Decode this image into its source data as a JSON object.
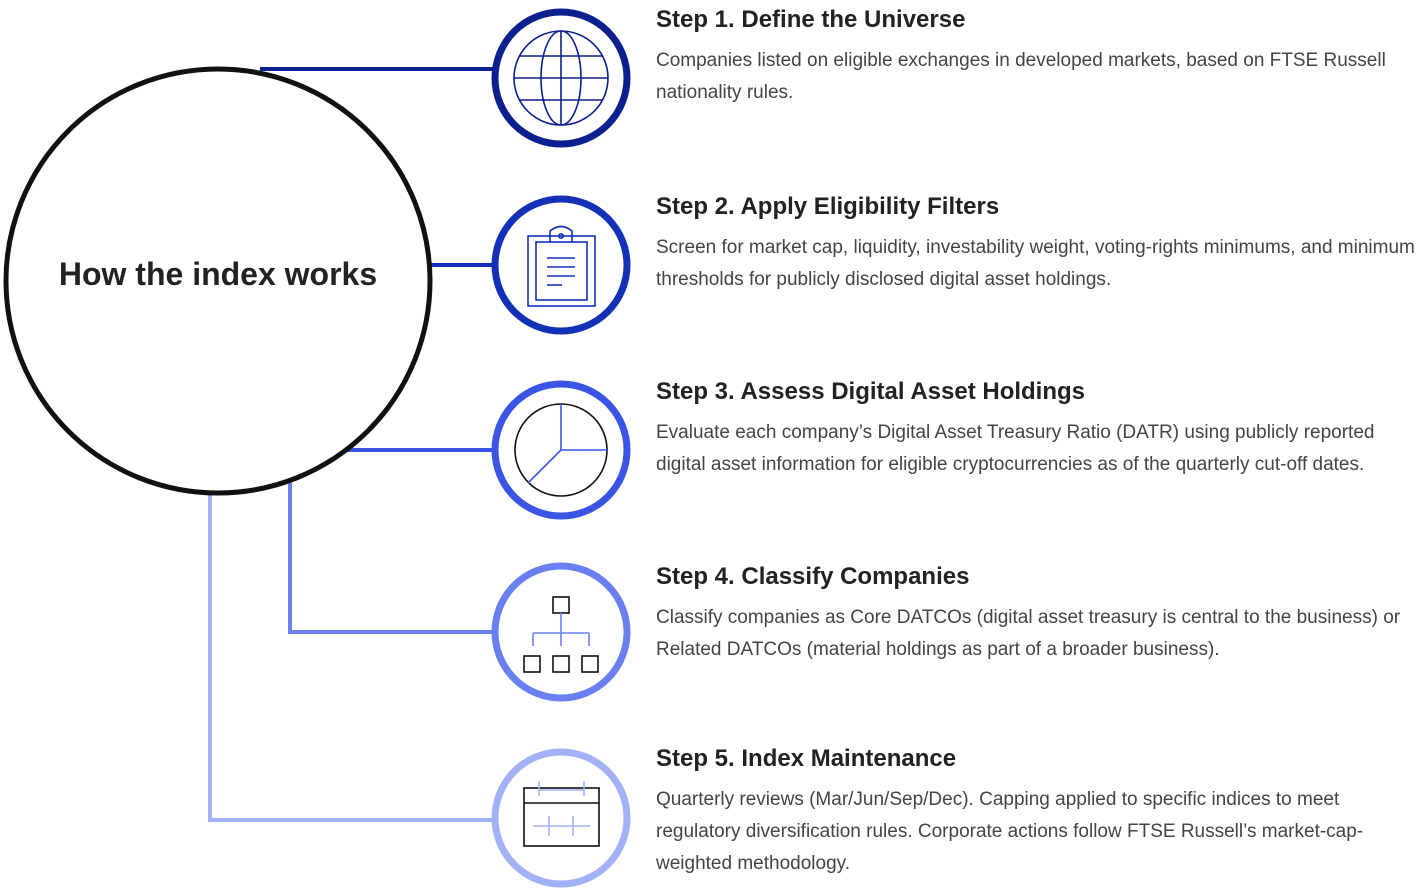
{
  "hub": {
    "label": "How the index works"
  },
  "colors": {
    "step1": "#0b1f8e",
    "step2": "#1231b8",
    "step3": "#3a55e6",
    "step4": "#6a80f0",
    "step5": "#a3b2f7",
    "hub_stroke": "#111111",
    "heading": "#222222",
    "body": "#444444"
  },
  "steps": [
    {
      "title": "Step 1. Define the Universe",
      "description": "Companies listed on eligible exchanges in developed markets, based on FTSE Russell nationality rules.",
      "icon": "globe-icon"
    },
    {
      "title": "Step 2. Apply Eligibility Filters",
      "description": "Screen for market cap, liquidity, investability weight, voting-rights minimums, and minimum thresholds for publicly disclosed digital asset holdings.",
      "icon": "clipboard-icon"
    },
    {
      "title": "Step 3. Assess Digital Asset Holdings",
      "description": "Evaluate each company’s Digital Asset Treasury Ratio (DATR) using publicly reported digital asset information for eligible cryptocurrencies as of the quarterly cut-off dates.",
      "icon": "pie-chart-icon"
    },
    {
      "title": "Step 4. Classify Companies",
      "description": "Classify companies as Core DATCOs (digital asset treasury is central to the business) or Related DATCOs (material holdings as part of a broader business).",
      "icon": "hierarchy-icon"
    },
    {
      "title": "Step 5. Index Maintenance",
      "description": "Quarterly reviews (Mar/Jun/Sep/Dec). Capping applied to specific indices to meet regulatory diversification rules. Corporate actions follow FTSE Russell’s market-cap-weighted methodology.",
      "icon": "calendar-icon"
    }
  ]
}
